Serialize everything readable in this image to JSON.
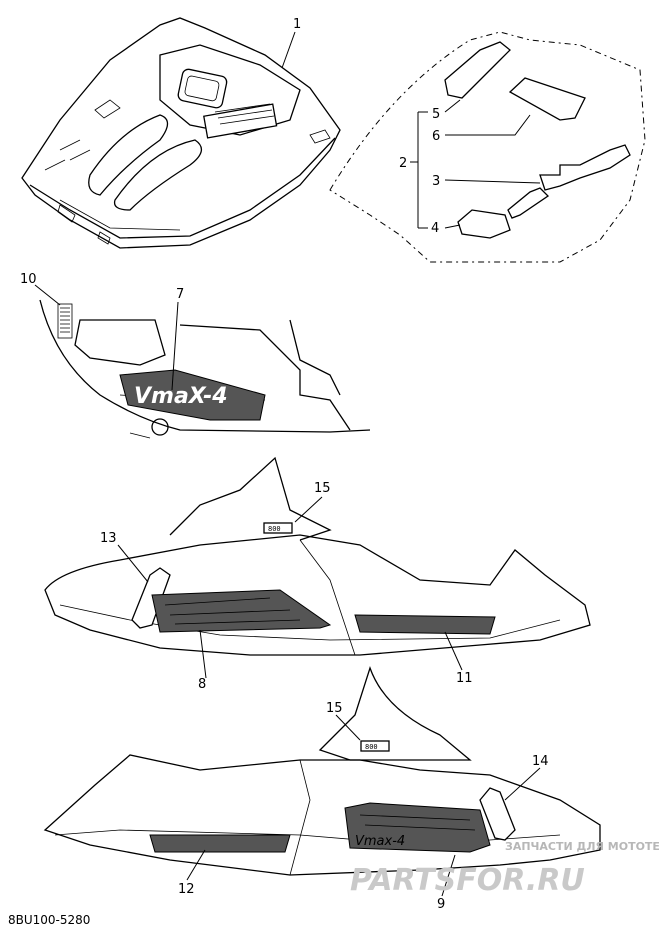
{
  "callouts": {
    "c1": "1",
    "c2": "2",
    "c3": "3",
    "c4": "4",
    "c5": "5",
    "c6": "6",
    "c7": "7",
    "c8": "8",
    "c9": "9",
    "c10": "10",
    "c11": "11",
    "c12": "12",
    "c13": "13",
    "c14": "14",
    "c15a": "15",
    "c15b": "15"
  },
  "decal_text": {
    "vmax": "VmaX-4",
    "badge_top": "800",
    "badge_bottom": "800",
    "side_vmax": "Vmax-4"
  },
  "diagram_code": "8BU100-5280",
  "watermark": {
    "line1": "ЗАПЧАСТИ ДЛЯ МОТОТЕХНИКИ",
    "line2": "PARTSFOR.RU"
  }
}
